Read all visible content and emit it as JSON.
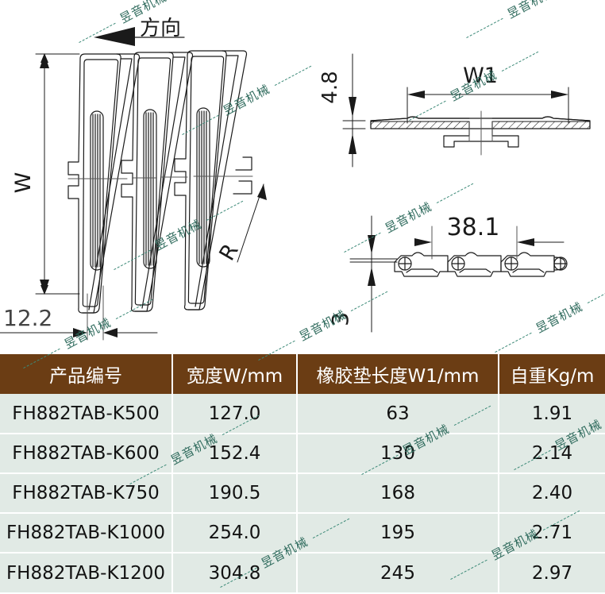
{
  "drawing": {
    "top_view": {
      "direction_label": "方向",
      "width_label": "W",
      "radius_label": "R",
      "thickness_dim": "12.2"
    },
    "section_view": {
      "height_dim": "4.8",
      "width_label": "W1"
    },
    "chain_view": {
      "pitch_dim": "38.1",
      "height_dim": "3"
    }
  },
  "watermark": {
    "text": "昱音机械",
    "color": "#2f6b5d"
  },
  "table": {
    "header_color": "#6b3d14",
    "cell_color": "#e1eae5",
    "columns": [
      "产品编号",
      "宽度W/mm",
      "橡胶垫长度W1/mm",
      "自重Kg/m"
    ],
    "rows": [
      {
        "model": "FH882TAB-K500",
        "w": "127.0",
        "w1": "63",
        "kg": "1.91"
      },
      {
        "model": "FH882TAB-K600",
        "w": "152.4",
        "w1": "130",
        "kg": "2.14"
      },
      {
        "model": "FH882TAB-K750",
        "w": "190.5",
        "w1": "168",
        "kg": "2.40"
      },
      {
        "model": "FH882TAB-K1000",
        "w": "254.0",
        "w1": "195",
        "kg": "2.71"
      },
      {
        "model": "FH882TAB-K1200",
        "w": "304.8",
        "w1": "245",
        "kg": "2.97"
      }
    ]
  }
}
